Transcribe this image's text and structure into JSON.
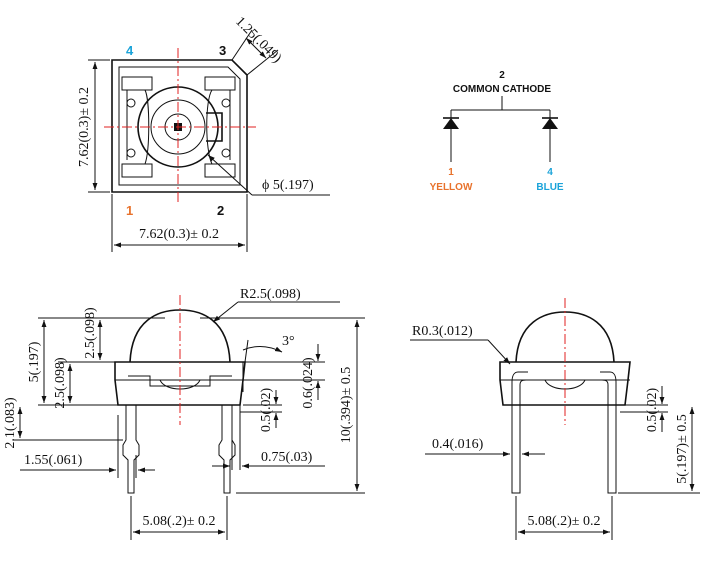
{
  "colors": {
    "orange": "#e8722c",
    "blue": "#1aa3d9",
    "black": "#111111",
    "red": "#e02020"
  },
  "top_view": {
    "pin4": "4",
    "pin3": "3",
    "pin1": "1",
    "pin2": "2",
    "corner_dim": "1.25(.049)",
    "height_dim": "7.62(0.3)± 0.2",
    "width_dim": "7.62(0.3)± 0.2",
    "lens_dim": "ϕ 5(.197)"
  },
  "schematic": {
    "pin2": "2",
    "common_label": "COMMON CATHODE",
    "pin1": "1",
    "pin1_label": "YELLOW",
    "pin4": "4",
    "pin4_label": "BLUE"
  },
  "front_view": {
    "radius": "R2.5(.098)",
    "angle": "3°",
    "dim_5": "5(.197)",
    "dim_2_5_top": "2.5(.098)",
    "dim_2_5_mid": "2.5(.098)",
    "dim_2_1": "2.1(.083)",
    "dim_0_6": "0.6(.024)",
    "dim_0_5": "0.5(.02)",
    "dim_10": "10(.394)± 0.5",
    "dim_1_55": "1.55(.061)",
    "dim_0_75": "0.75(.03)",
    "dim_5_08": "5.08(.2)± 0.2"
  },
  "side_view": {
    "radius": "R0.3(.012)",
    "dim_0_4": "0.4(.016)",
    "dim_0_5": "0.5(.02)",
    "dim_5": "5(.197)± 0.5",
    "dim_5_08": "5.08(.2)± 0.2"
  }
}
